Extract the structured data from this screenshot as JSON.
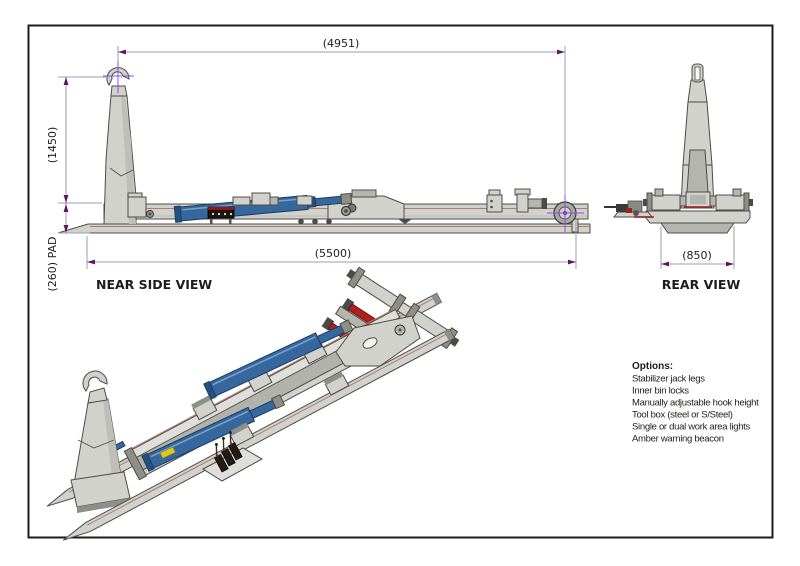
{
  "page": {
    "background": "#ffffff",
    "border_color": "#1d1d1b"
  },
  "drawing": {
    "near_side_view": {
      "label": "NEAR SIDE VIEW",
      "dim_hook_to_rear_roller": "(4951)",
      "dim_hook_height": "(1450)",
      "dim_pad_height": "(260) PAD",
      "dim_overall_length": "(5500)"
    },
    "rear_view": {
      "label": "REAR VIEW",
      "dim_frame_width": "(850)"
    },
    "options": {
      "title": "Options:",
      "items": [
        "Stabilizer jack legs",
        "Inner bin locks",
        "Manually adjustable hook height",
        "Tool box (steel or S/Steel)",
        "Single or dual work area lights",
        "Amber warning beacon"
      ]
    },
    "colors": {
      "steel_body": "#d2d2cc",
      "steel_shadow": "#b5b5af",
      "outline": "#4f4c48",
      "seam_red": "#b07a70",
      "hydraulic_blue": "#36689e",
      "lock_cylinder_red": "#b02020",
      "sticker_yellow": "#d9c724",
      "dimension_line": "#a39ab5",
      "dimension_arrow": "#5f1560",
      "centerline_purple": "#8a4bf5",
      "text": "#1d1d1b"
    }
  }
}
